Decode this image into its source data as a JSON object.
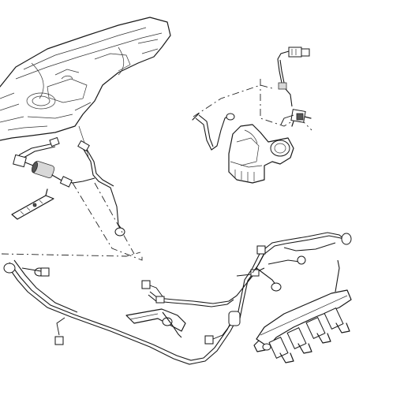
{
  "diagram": {
    "components": [
      {
        "id": "fuel-tank",
        "icon": "fuel-tank-icon"
      },
      {
        "id": "fuel-filter",
        "icon": "fuel-filter-icon"
      },
      {
        "id": "mounting-bracket",
        "icon": "bracket-icon"
      },
      {
        "id": "fuel-pump-connector",
        "icon": "electrical-connector-icon"
      },
      {
        "id": "canister-valve",
        "icon": "valve-icon"
      },
      {
        "id": "fuel-rail",
        "icon": "fuel-rail-icon"
      },
      {
        "id": "fuel-lines",
        "icon": "pipe-icon"
      }
    ],
    "callouts": [
      {
        "id": "callout-1",
        "label": ""
      },
      {
        "id": "callout-2",
        "label": ""
      },
      {
        "id": "callout-3",
        "label": ""
      },
      {
        "id": "callout-4",
        "label": ""
      },
      {
        "id": "callout-5",
        "label": ""
      }
    ]
  }
}
